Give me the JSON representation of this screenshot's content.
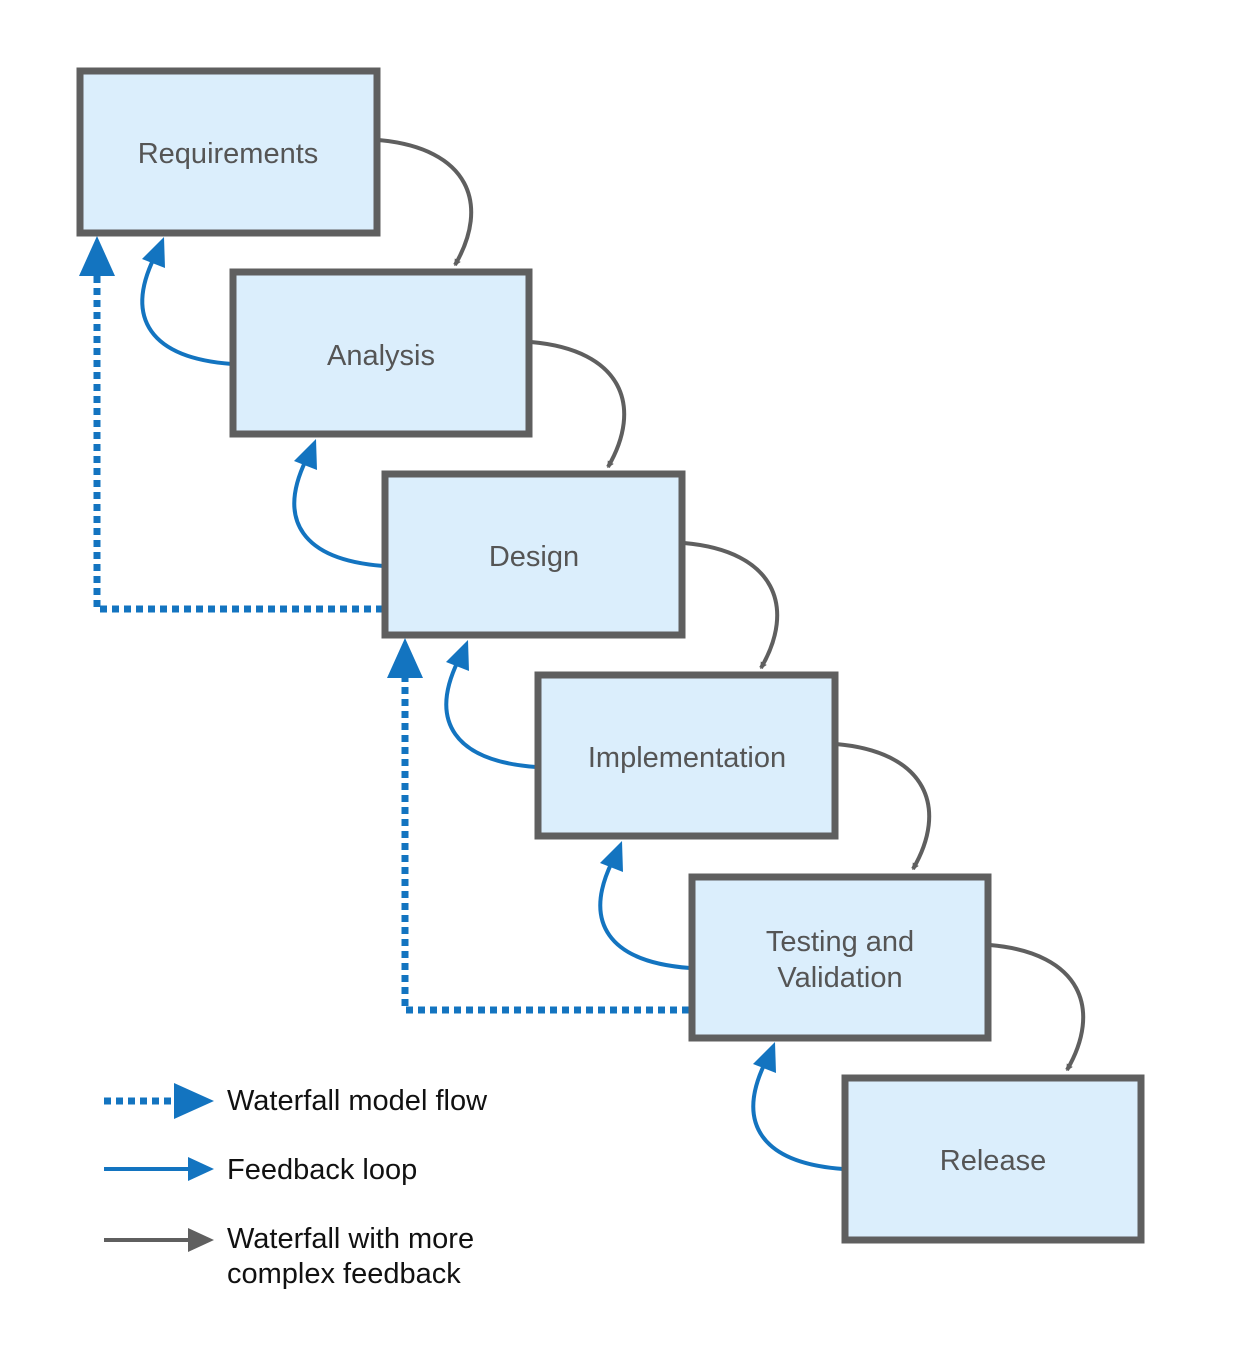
{
  "stages": [
    {
      "id": "requirements",
      "lines": [
        "Requirements"
      ]
    },
    {
      "id": "analysis",
      "lines": [
        "Analysis"
      ]
    },
    {
      "id": "design",
      "lines": [
        "Design"
      ]
    },
    {
      "id": "implementation",
      "lines": [
        "Implementation"
      ]
    },
    {
      "id": "testing",
      "lines": [
        "Testing and",
        "Validation"
      ]
    },
    {
      "id": "release",
      "lines": [
        "Release"
      ]
    }
  ],
  "legend": {
    "waterfall_model_flow": "Waterfall model flow",
    "feedback_loop": "Feedback loop",
    "complex_feedback_line1": "Waterfall with more",
    "complex_feedback_line2": "complex feedback"
  },
  "colors": {
    "box_fill": "#dbeefc",
    "box_stroke": "#5f5f5f",
    "feedback_blue": "#1374c0",
    "flow_gray": "#5f5f5f"
  }
}
